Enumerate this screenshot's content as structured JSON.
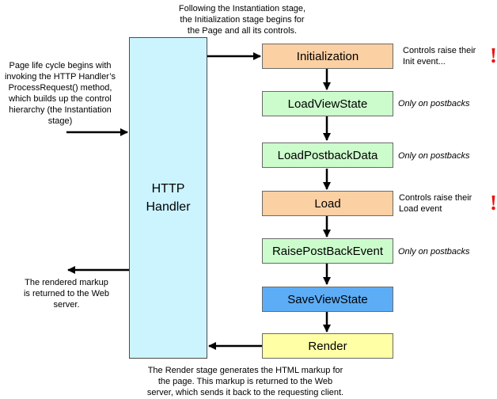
{
  "handler": {
    "line1": "HTTP",
    "line2": "Handler"
  },
  "stages": [
    {
      "label": "Initialization"
    },
    {
      "label": "LoadViewState"
    },
    {
      "label": "LoadPostbackData"
    },
    {
      "label": "Load"
    },
    {
      "label": "RaisePostBackEvent"
    },
    {
      "label": "SaveViewState"
    },
    {
      "label": "Render"
    }
  ],
  "notes": {
    "top": [
      "Following the Instantiation stage,",
      "the Initialization stage begins for",
      "the Page and all its controls."
    ],
    "left_begin": [
      "Page life cycle begins with",
      "invoking the HTTP Handler’s",
      "ProcessRequest() method,",
      "which builds up the control",
      "hierarchy (the Instantiation",
      "stage)"
    ],
    "left_return": [
      "The rendered markup",
      "is returned to the Web",
      "server."
    ],
    "bottom": [
      "The Render stage generates the HTML markup for",
      "the page.  This markup is returned to the Web",
      "server, which sends it back to the requesting client."
    ],
    "init_event": [
      "Controls raise their",
      "Init event..."
    ],
    "load_event": [
      "Controls raise their",
      "Load event"
    ],
    "postbacks": "Only on postbacks"
  },
  "exclamation": "!",
  "colors": {
    "handler": "#ccf4ff",
    "orange_stage": "#fbd0a3",
    "green_stage": "#ccfccc",
    "blue_stage": "#5dadf6",
    "yellow_stage": "#ffffa6",
    "exclamation": "#ee1111"
  }
}
